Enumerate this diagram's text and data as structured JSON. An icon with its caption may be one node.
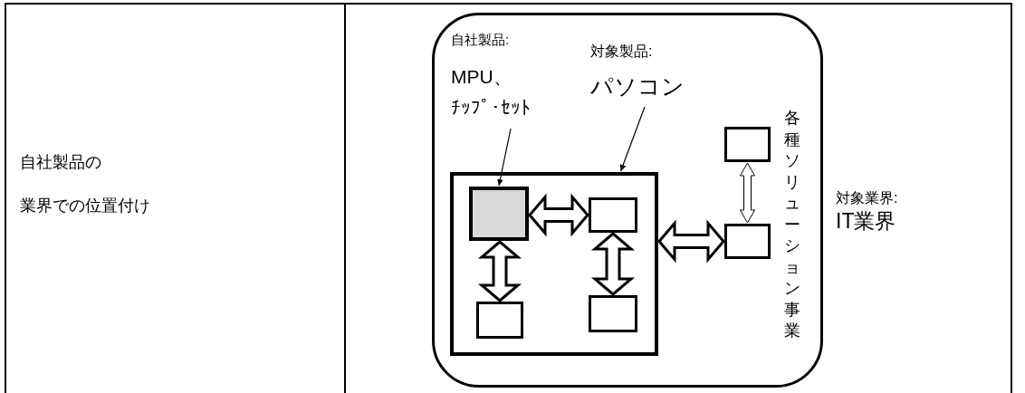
{
  "diagram": {
    "nodes": [
      {
        "text": [
          "各種ソリューション事業"
        ],
        "beside": [
          "対象業界:",
          "IT業界"
        ]
      },
      {
        "text": [
          "自社製品:",
          "MPU、ﾁｯﾌﾟ･ｾｯﾄ"
        ],
        "in": 0
      },
      {
        "text": [
          "対象製品:",
          "パソコン"
        ],
        "in": 0
      },
      {
        "text": [],
        "shape": "box",
        "in": 0
      },
      {
        "text": [],
        "shape": "box",
        "in": 3
      },
      {
        "text": [],
        "shape": "box",
        "in": 3
      },
      {
        "text": [],
        "shape": "box",
        "in": 3
      },
      {
        "text": [],
        "shape": "box",
        "in": 3
      },
      {
        "text": [],
        "shape": "box",
        "in": 0
      },
      {
        "text": [],
        "shape": "box",
        "in": 0
      }
    ],
    "edges": [
      {
        "from": 1,
        "to": 4,
        "arrow": "to"
      },
      {
        "from": 2,
        "to": 3,
        "arrow": "to"
      },
      {
        "from": 4,
        "to": 5,
        "arrow": "both"
      },
      {
        "from": 4,
        "to": 6,
        "arrow": "both"
      },
      {
        "from": 5,
        "to": 7,
        "arrow": "both"
      },
      {
        "from": 3,
        "to": 9,
        "arrow": "both"
      },
      {
        "from": 8,
        "to": 9,
        "arrow": "both"
      }
    ],
    "labels": [
      "自社製品の業界での位置付け"
    ]
  }
}
